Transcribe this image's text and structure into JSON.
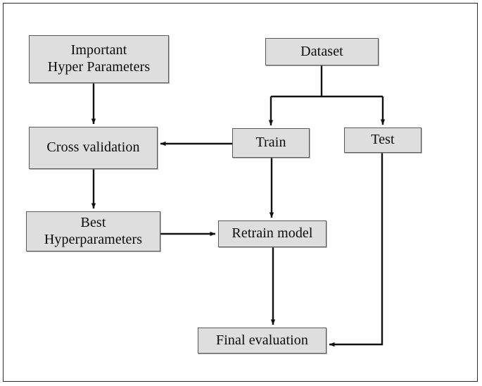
{
  "diagram": {
    "title": "Machine learning hyperparameter tuning and evaluation workflow",
    "type": "flowchart",
    "colors": {
      "node_fill": "#dedede",
      "node_border": "#5a5a5a",
      "edge": "#111111",
      "frame_border": "#2b2b2b",
      "background": "#ffffff"
    },
    "nodes": [
      {
        "id": "important-hyper-parameters",
        "label": "Important\nHyper Parameters"
      },
      {
        "id": "dataset",
        "label": "Dataset"
      },
      {
        "id": "cross-validation",
        "label": "Cross validation"
      },
      {
        "id": "train",
        "label": "Train"
      },
      {
        "id": "test",
        "label": "Test"
      },
      {
        "id": "best-hyperparameters",
        "label": "Best\nHyperparameters"
      },
      {
        "id": "retrain-model",
        "label": "Retrain model"
      },
      {
        "id": "final-evaluation",
        "label": "Final evaluation"
      }
    ],
    "edges": [
      {
        "id": "important-hyper-parameters-to-cross-validation",
        "from": "important-hyper-parameters",
        "to": "cross-validation"
      },
      {
        "id": "dataset-to-train",
        "from": "dataset",
        "to": "train"
      },
      {
        "id": "dataset-to-test",
        "from": "dataset",
        "to": "test"
      },
      {
        "id": "train-to-cross-validation",
        "from": "train",
        "to": "cross-validation"
      },
      {
        "id": "cross-validation-to-best-hyperparameters",
        "from": "cross-validation",
        "to": "best-hyperparameters"
      },
      {
        "id": "best-hyperparameters-to-retrain-model",
        "from": "best-hyperparameters",
        "to": "retrain-model"
      },
      {
        "id": "train-to-retrain-model",
        "from": "train",
        "to": "retrain-model"
      },
      {
        "id": "retrain-model-to-final-evaluation",
        "from": "retrain-model",
        "to": "final-evaluation"
      },
      {
        "id": "test-to-final-evaluation",
        "from": "test",
        "to": "final-evaluation"
      }
    ]
  }
}
